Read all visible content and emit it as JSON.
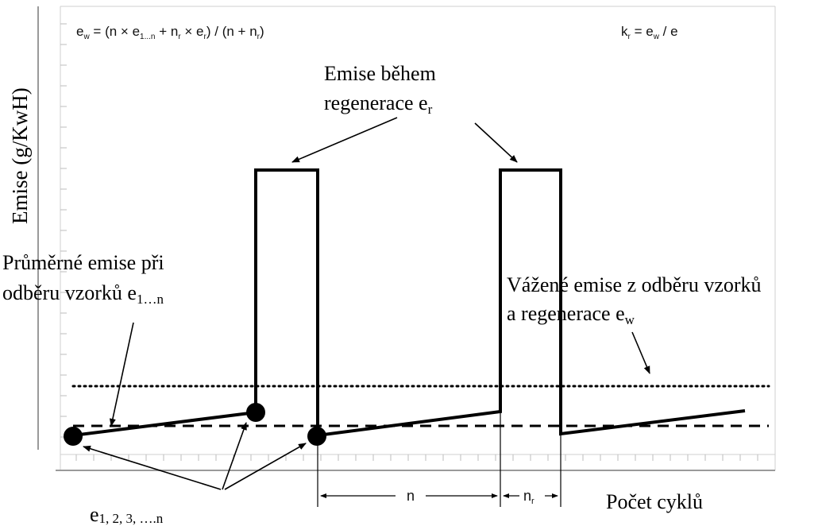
{
  "formulas": {
    "left": {
      "ew_base": "e",
      "ew_sub": "w",
      "eq": " = (n × e",
      "sub1": "1...n",
      "mid1": " + n",
      "sub2": "r",
      "mid2": " × e",
      "sub3": "r",
      "end": ") / (n + n",
      "sub4": "r",
      "close": ")"
    },
    "right": {
      "k": "k",
      "k_sub": "r",
      "eq": " = e",
      "e_sub": "w",
      "end": " / e"
    }
  },
  "y_axis_label": "Emise (g/KwH)",
  "x_axis_label": "Počet cyklů",
  "labels": {
    "regen_line1": "Emise během",
    "regen_line2": "regenerace e",
    "regen_sub": "r",
    "avg_line1": "Průměrné emise při",
    "avg_line2": "odběru vzorků e",
    "avg_sub": "1…n",
    "weighted_line1": "Vážené emise z odběru vzorků",
    "weighted_line2": "a regenerace e",
    "weighted_sub": "w",
    "points_base": "e",
    "points_sub": "1, 2, 3, ….n"
  },
  "dimensions": {
    "n": "n",
    "nr_base": "n",
    "nr_sub": "r"
  }
}
